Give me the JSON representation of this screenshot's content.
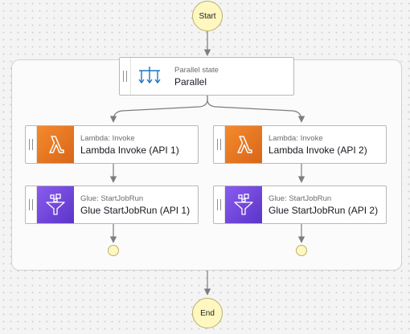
{
  "start": {
    "label": "Start"
  },
  "end": {
    "label": "End"
  },
  "parallel": {
    "type_label": "Parallel state",
    "name": "Parallel"
  },
  "branches": [
    {
      "lambda": {
        "type_label": "Lambda: Invoke",
        "name": "Lambda Invoke (API 1)"
      },
      "glue": {
        "type_label": "Glue: StartJobRun",
        "name": "Glue StartJobRun (API 1)"
      }
    },
    {
      "lambda": {
        "type_label": "Lambda: Invoke",
        "name": "Lambda Invoke (API 2)"
      },
      "glue": {
        "type_label": "Glue: StartJobRun",
        "name": "Glue StartJobRun (API 2)"
      }
    }
  ],
  "colors": {
    "lambda_icon": "#e8731f",
    "glue_icon": "#7448e0",
    "parallel_icon": "#1a75c7",
    "terminal_fill": "#fff7c0",
    "connector": "#7d7d7d"
  },
  "icons": {
    "parallel": "parallel-branches-icon",
    "lambda": "lambda-icon",
    "glue": "glue-funnel-icon"
  }
}
